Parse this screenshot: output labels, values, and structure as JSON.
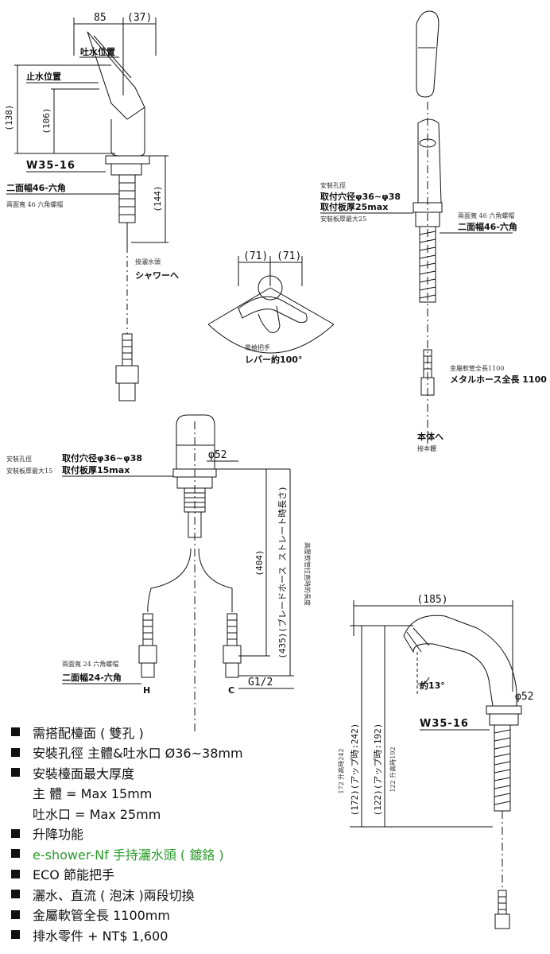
{
  "diagram": {
    "top_left": {
      "dim_width": "85",
      "dim_width_ref": "(37)",
      "label_spout_pos": "吐水位置",
      "label_stop_pos": "止水位置",
      "dim_height_total": "(138)",
      "dim_height_body": "(106)",
      "thread": "W35-16",
      "hex_nut": "二面幅46-六角",
      "hex_nut_zh": "兩面寬 46 六角螺帽",
      "dim_hose": "(144)",
      "connect_zh": "接灑水頭",
      "connect_jp": "シャワーへ"
    },
    "lever": {
      "dim_left": "(71)",
      "dim_right": "(71)",
      "lever_zh": "單槍把手",
      "lever_jp": "レバー約100°"
    },
    "right_top": {
      "mount_hole_zh": "安裝孔徑",
      "mount_hole": "取付穴径φ36~φ38",
      "plate_thick": "取付板厚25max",
      "plate_thick_zh": "安裝板厚最大25",
      "hex_nut_zh": "兩面寬 46 六角螺帽",
      "hex_nut": "二面幅46-六角",
      "hose_len_zh": "金屬軟管全長1100",
      "hose_len": "メタルホース全長  1100",
      "to_body_jp": "本体へ",
      "to_body_zh": "接本體"
    },
    "middle": {
      "mount_hole_zh": "安裝孔徑",
      "plate_zh": "安裝板厚最大15",
      "mount_hole": "取付穴径φ36~φ38",
      "plate_thick": "取付板厚15max",
      "dia": "φ52",
      "dim_404": "(404)",
      "dim_435": "(435)(ブレードホース ストレート時長さ)",
      "dim_435_zh": "高壓軟管拉直時的長度",
      "hex24_zh": "兩面寬 24 六角螺帽",
      "hex24": "二面幅24-六角",
      "hot": "H",
      "cold": "C",
      "thread_g": "G1/2"
    },
    "bottom_right": {
      "dim_185": "(185)",
      "angle": "約13°",
      "dia": "φ52",
      "thread": "W35-16",
      "dim_242_zh": "172 升高時242",
      "dim_242": "(172)(アップ時:242)",
      "dim_192": "(122)(アップ時:192)",
      "dim_192_zh": "122 升高時192"
    }
  },
  "features": [
    {
      "text": "需搭配檯面 ( 雙孔 )",
      "bullet": true
    },
    {
      "text": "安裝孔徑 主體&吐水口 Ø36~38mm",
      "bullet": true
    },
    {
      "text": "安裝檯面最大厚度",
      "bullet": true
    },
    {
      "text": "主 體 = Max 15mm",
      "bullet": false
    },
    {
      "text": "吐水口 = Max 25mm",
      "bullet": false
    },
    {
      "text": "升降功能",
      "bullet": true
    },
    {
      "text": "e-shower-Nf 手持灑水頭 ( 鍍鉻 )",
      "bullet": true,
      "color": "#2a9a2a"
    },
    {
      "text": "ECO 節能把手",
      "bullet": true
    },
    {
      "text": "灑水、直流 ( 泡沫 )兩段切換",
      "bullet": true
    },
    {
      "text": "金屬軟管全長 1100mm",
      "bullet": true
    },
    {
      "text": "排水零件 + NT$ 1,600",
      "bullet": true
    }
  ]
}
